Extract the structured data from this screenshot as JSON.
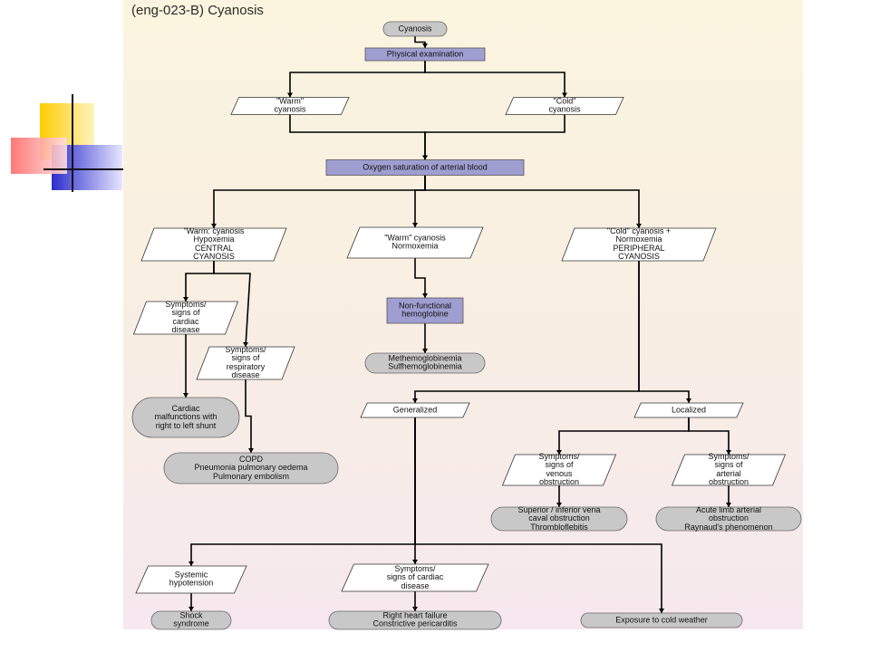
{
  "title": "(eng-023-B) Cyanosis",
  "colors": {
    "box_fill": "#9f9ed0",
    "oval_fill": "#c8c8c8",
    "para_fill": "#ffffff",
    "line": "#000000",
    "deco_yellow": "#ffcc00",
    "deco_red": "#ff3c3c",
    "deco_blue": "#2d2dcc"
  },
  "nodes": [
    {
      "id": "cyanosis",
      "shape": "oval",
      "label": "Cyanosis"
    },
    {
      "id": "physical",
      "shape": "box",
      "label": "Physical examination"
    },
    {
      "id": "warm1",
      "shape": "para",
      "label": "\"Warm\"\ncyanosis"
    },
    {
      "id": "cold1",
      "shape": "para",
      "label": "\"Cold\"\ncyanosis"
    },
    {
      "id": "oxygen",
      "shape": "box",
      "label": "Oxygen saturation of arterial blood"
    },
    {
      "id": "warm_central",
      "shape": "para",
      "label": "\"Warm: cyanosis\nHypoxemia\nCENTRAL\nCYANOSIS"
    },
    {
      "id": "warm_normo",
      "shape": "para",
      "label": "\"Warm\" cyanosis\nNormoxemia"
    },
    {
      "id": "cold_periph",
      "shape": "para",
      "label": "\"Cold\" cyanosis +\nNormoxemia\nPERIPHERAL\nCYANOSIS"
    },
    {
      "id": "sym_cardiac1",
      "shape": "para",
      "label": "Symptoms/\nsigns of\ncardiac\ndisease"
    },
    {
      "id": "sym_resp",
      "shape": "para",
      "label": "Symptoms/\nsigns of\nrespiratory\ndisease"
    },
    {
      "id": "nonfunc",
      "shape": "box",
      "label": "Non-functional\nhemoglobine"
    },
    {
      "id": "methemo",
      "shape": "oval",
      "label": "Methemoglobinemia\nSulfhemoglobinemia"
    },
    {
      "id": "cardiac_malf",
      "shape": "oval",
      "label": "Cardiac\nmalfunctions with\nright to left shunt"
    },
    {
      "id": "copd",
      "shape": "oval",
      "label": "COPD\nPneumonia pulmonary oedema\nPulmonary embolism"
    },
    {
      "id": "generalized",
      "shape": "para",
      "label": "Generalized"
    },
    {
      "id": "localized",
      "shape": "para",
      "label": "Localized"
    },
    {
      "id": "sym_venous",
      "shape": "para",
      "label": "Symptoms/\nsigns of\nvenous\nobstruction"
    },
    {
      "id": "sym_arterial",
      "shape": "para",
      "label": "Symptoms/\nsigns of\narterial\nobstruction"
    },
    {
      "id": "superior",
      "shape": "oval",
      "label": "Superior / inferior vena\ncaval obstruction\nThrombloflebitis"
    },
    {
      "id": "acute",
      "shape": "oval",
      "label": "Acute limb arterial\nobstruction\nRaynaud's phenomenon"
    },
    {
      "id": "systemic",
      "shape": "para",
      "label": "Systemic\nhypotension"
    },
    {
      "id": "sym_cardiac2",
      "shape": "para",
      "label": "Symptoms/\nsigns of cardiac\ndisease"
    },
    {
      "id": "shock",
      "shape": "oval",
      "label": "Shock\nsyndrome"
    },
    {
      "id": "rhf",
      "shape": "oval",
      "label": "Right heart failure\nConstrictive pericarditis"
    },
    {
      "id": "exposure",
      "shape": "oval",
      "label": "Exposure to cold weather"
    }
  ],
  "edges": [
    [
      "cyanosis",
      "physical"
    ],
    [
      "physical",
      "warm1"
    ],
    [
      "physical",
      "cold1"
    ],
    [
      "warm1",
      "oxygen"
    ],
    [
      "cold1",
      "oxygen"
    ],
    [
      "oxygen",
      "warm_central"
    ],
    [
      "oxygen",
      "warm_normo"
    ],
    [
      "oxygen",
      "cold_periph"
    ],
    [
      "warm_central",
      "sym_cardiac1"
    ],
    [
      "warm_central",
      "sym_resp"
    ],
    [
      "sym_cardiac1",
      "cardiac_malf"
    ],
    [
      "sym_resp",
      "copd"
    ],
    [
      "warm_normo",
      "nonfunc"
    ],
    [
      "nonfunc",
      "methemo"
    ],
    [
      "cold_periph",
      "generalized"
    ],
    [
      "cold_periph",
      "localized"
    ],
    [
      "localized",
      "sym_venous"
    ],
    [
      "localized",
      "sym_arterial"
    ],
    [
      "sym_venous",
      "superior"
    ],
    [
      "sym_arterial",
      "acute"
    ],
    [
      "generalized",
      "systemic"
    ],
    [
      "generalized",
      "sym_cardiac2"
    ],
    [
      "generalized",
      "exposure"
    ],
    [
      "systemic",
      "shock"
    ],
    [
      "sym_cardiac2",
      "rhf"
    ]
  ]
}
